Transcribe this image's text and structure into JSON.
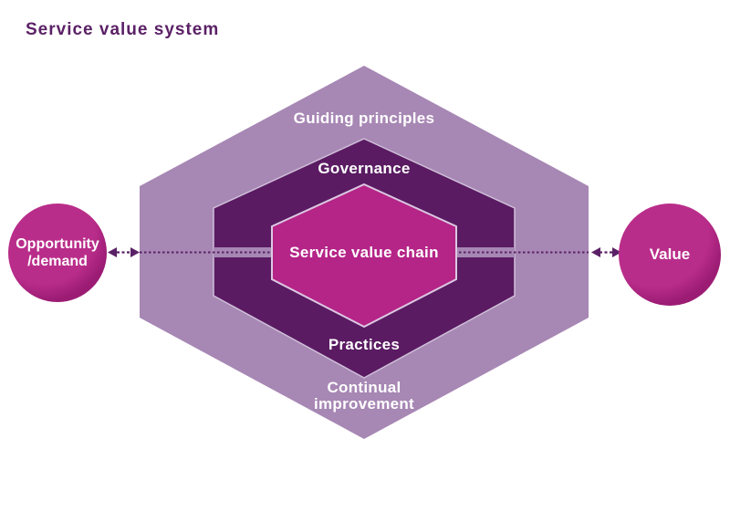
{
  "title": "Service value system",
  "labels": {
    "guiding_principles": "Guiding principles",
    "governance": "Governance",
    "service_value_chain": "Service value chain",
    "practices": "Practices",
    "continual_improvement_line1": "Continual",
    "continual_improvement_line2": "improvement",
    "opportunity_line1": "Opportunity",
    "opportunity_line2": "/demand",
    "value": "Value"
  },
  "colors": {
    "title": "#5b2166",
    "outer_hex": "#a787b4",
    "middle_hex": "#5a1b62",
    "inner_hex": "#b52487",
    "circle_light": "#b92d8a",
    "circle_dark": "#9c1c74",
    "connector": "#5b2166",
    "label": "#ffffff"
  }
}
